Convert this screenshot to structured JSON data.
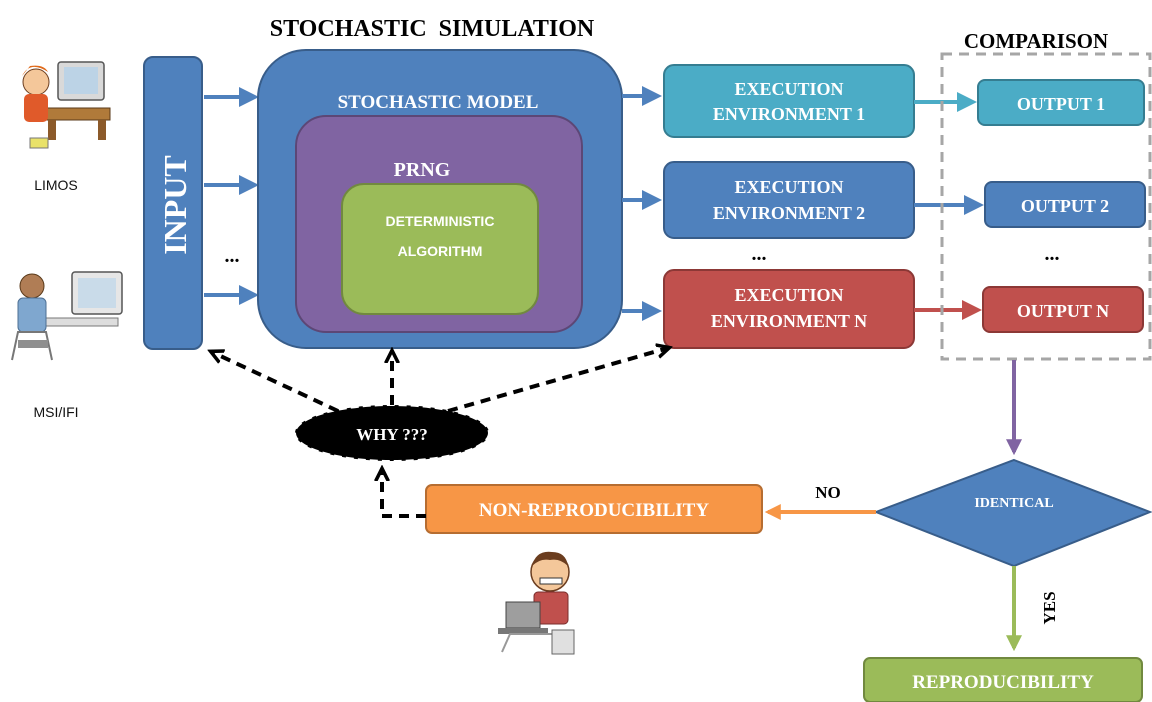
{
  "title": "STOCHASTIC  SIMULATION",
  "comparison_title": "COMPARISON",
  "input_label": "INPUT",
  "actors": {
    "top": "LIMOS",
    "bottom": "MSI/IFI"
  },
  "model": {
    "outer": "STOCHASTIC MODEL",
    "middle": "PRNG",
    "inner_line1": "DETERMINISTIC",
    "inner_line2": "ALGORITHM"
  },
  "environments": [
    {
      "line1": "EXECUTION",
      "line2": "ENVIRONMENT 1",
      "color": "#4bacc6"
    },
    {
      "line1": "EXECUTION",
      "line2": "ENVIRONMENT 2",
      "color": "#4f81bd"
    },
    {
      "line1": "EXECUTION",
      "line2": "ENVIRONMENT N",
      "color": "#c0504d"
    }
  ],
  "outputs": [
    {
      "label": "OUTPUT 1",
      "color": "#4bacc6"
    },
    {
      "label": "OUTPUT 2",
      "color": "#4f81bd"
    },
    {
      "label": "OUTPUT N",
      "color": "#c0504d"
    }
  ],
  "ellipsis": "...",
  "decision": "IDENTICAL",
  "no_label": "NO",
  "yes_label": "YES",
  "non_repro": "NON-REPRODUCIBILITY",
  "repro": "REPRODUCIBILITY",
  "why": "WHY ???",
  "colors": {
    "blue": "#4f81bd",
    "cyan": "#4bacc6",
    "red": "#c0504d",
    "purple": "#8064a2",
    "green": "#9bbb59",
    "orange": "#f79646"
  }
}
